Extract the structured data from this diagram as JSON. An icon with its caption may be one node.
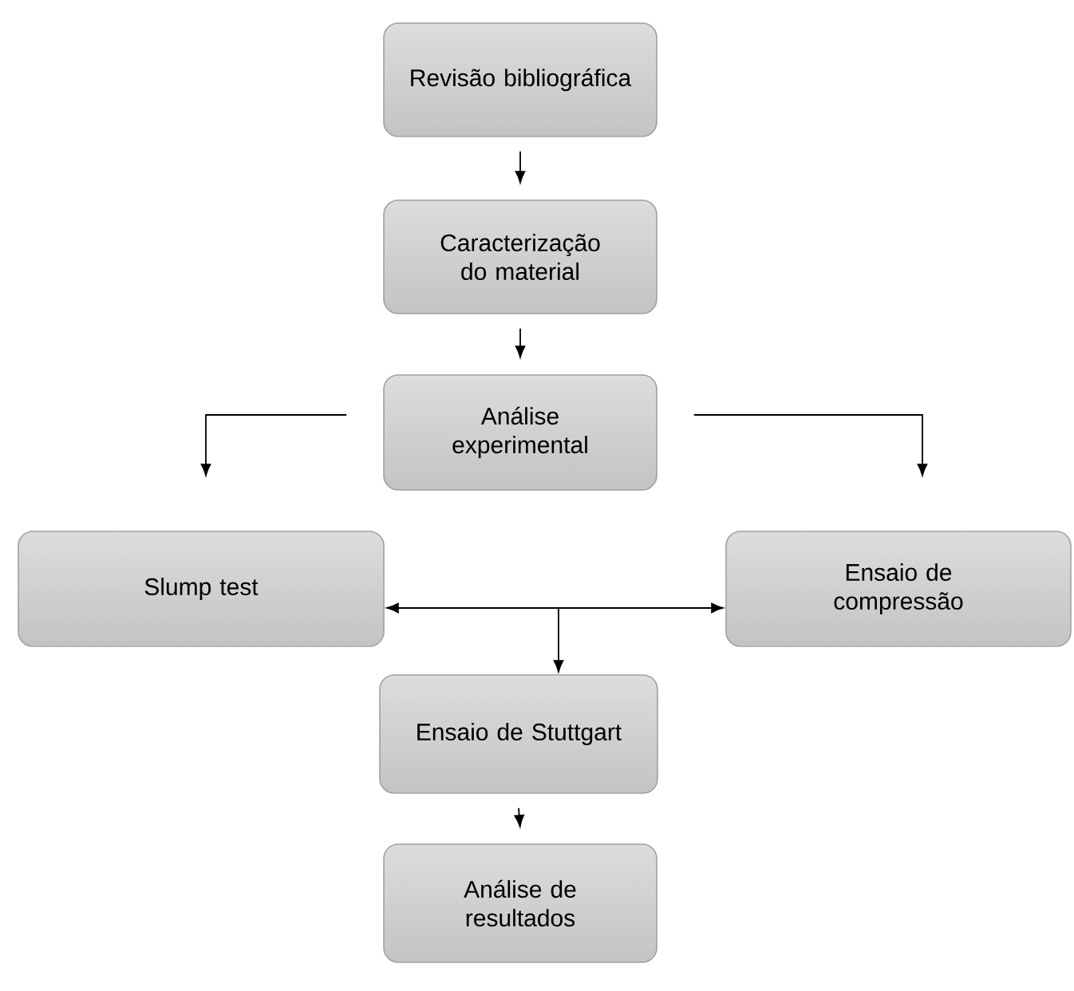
{
  "diagram": {
    "nodes": [
      {
        "text": [
          "Revisão bibliográfica"
        ]
      },
      {
        "text": [
          "Caracterização do material"
        ]
      },
      {
        "text": [
          "Análise experimental"
        ]
      },
      {
        "text": [
          "Slump test"
        ]
      },
      {
        "text": [
          "Ensaio de compressão"
        ]
      },
      {
        "text": [
          "Ensaio de Stuttgart"
        ]
      },
      {
        "text": [
          "Análise de resultados"
        ]
      }
    ],
    "edges": [
      {
        "from": 0,
        "to": 1,
        "arrow": "to"
      },
      {
        "from": 1,
        "to": 2,
        "arrow": "to"
      },
      {
        "from": 2,
        "to": 3,
        "arrow": "to"
      },
      {
        "from": 2,
        "to": 4,
        "arrow": "to"
      },
      {
        "from": null,
        "to": 3,
        "arrow": "to"
      },
      {
        "from": null,
        "to": 4,
        "arrow": "to"
      },
      {
        "from": null,
        "to": 5,
        "arrow": "to"
      },
      {
        "from": 5,
        "to": 6,
        "arrow": "to"
      }
    ]
  }
}
